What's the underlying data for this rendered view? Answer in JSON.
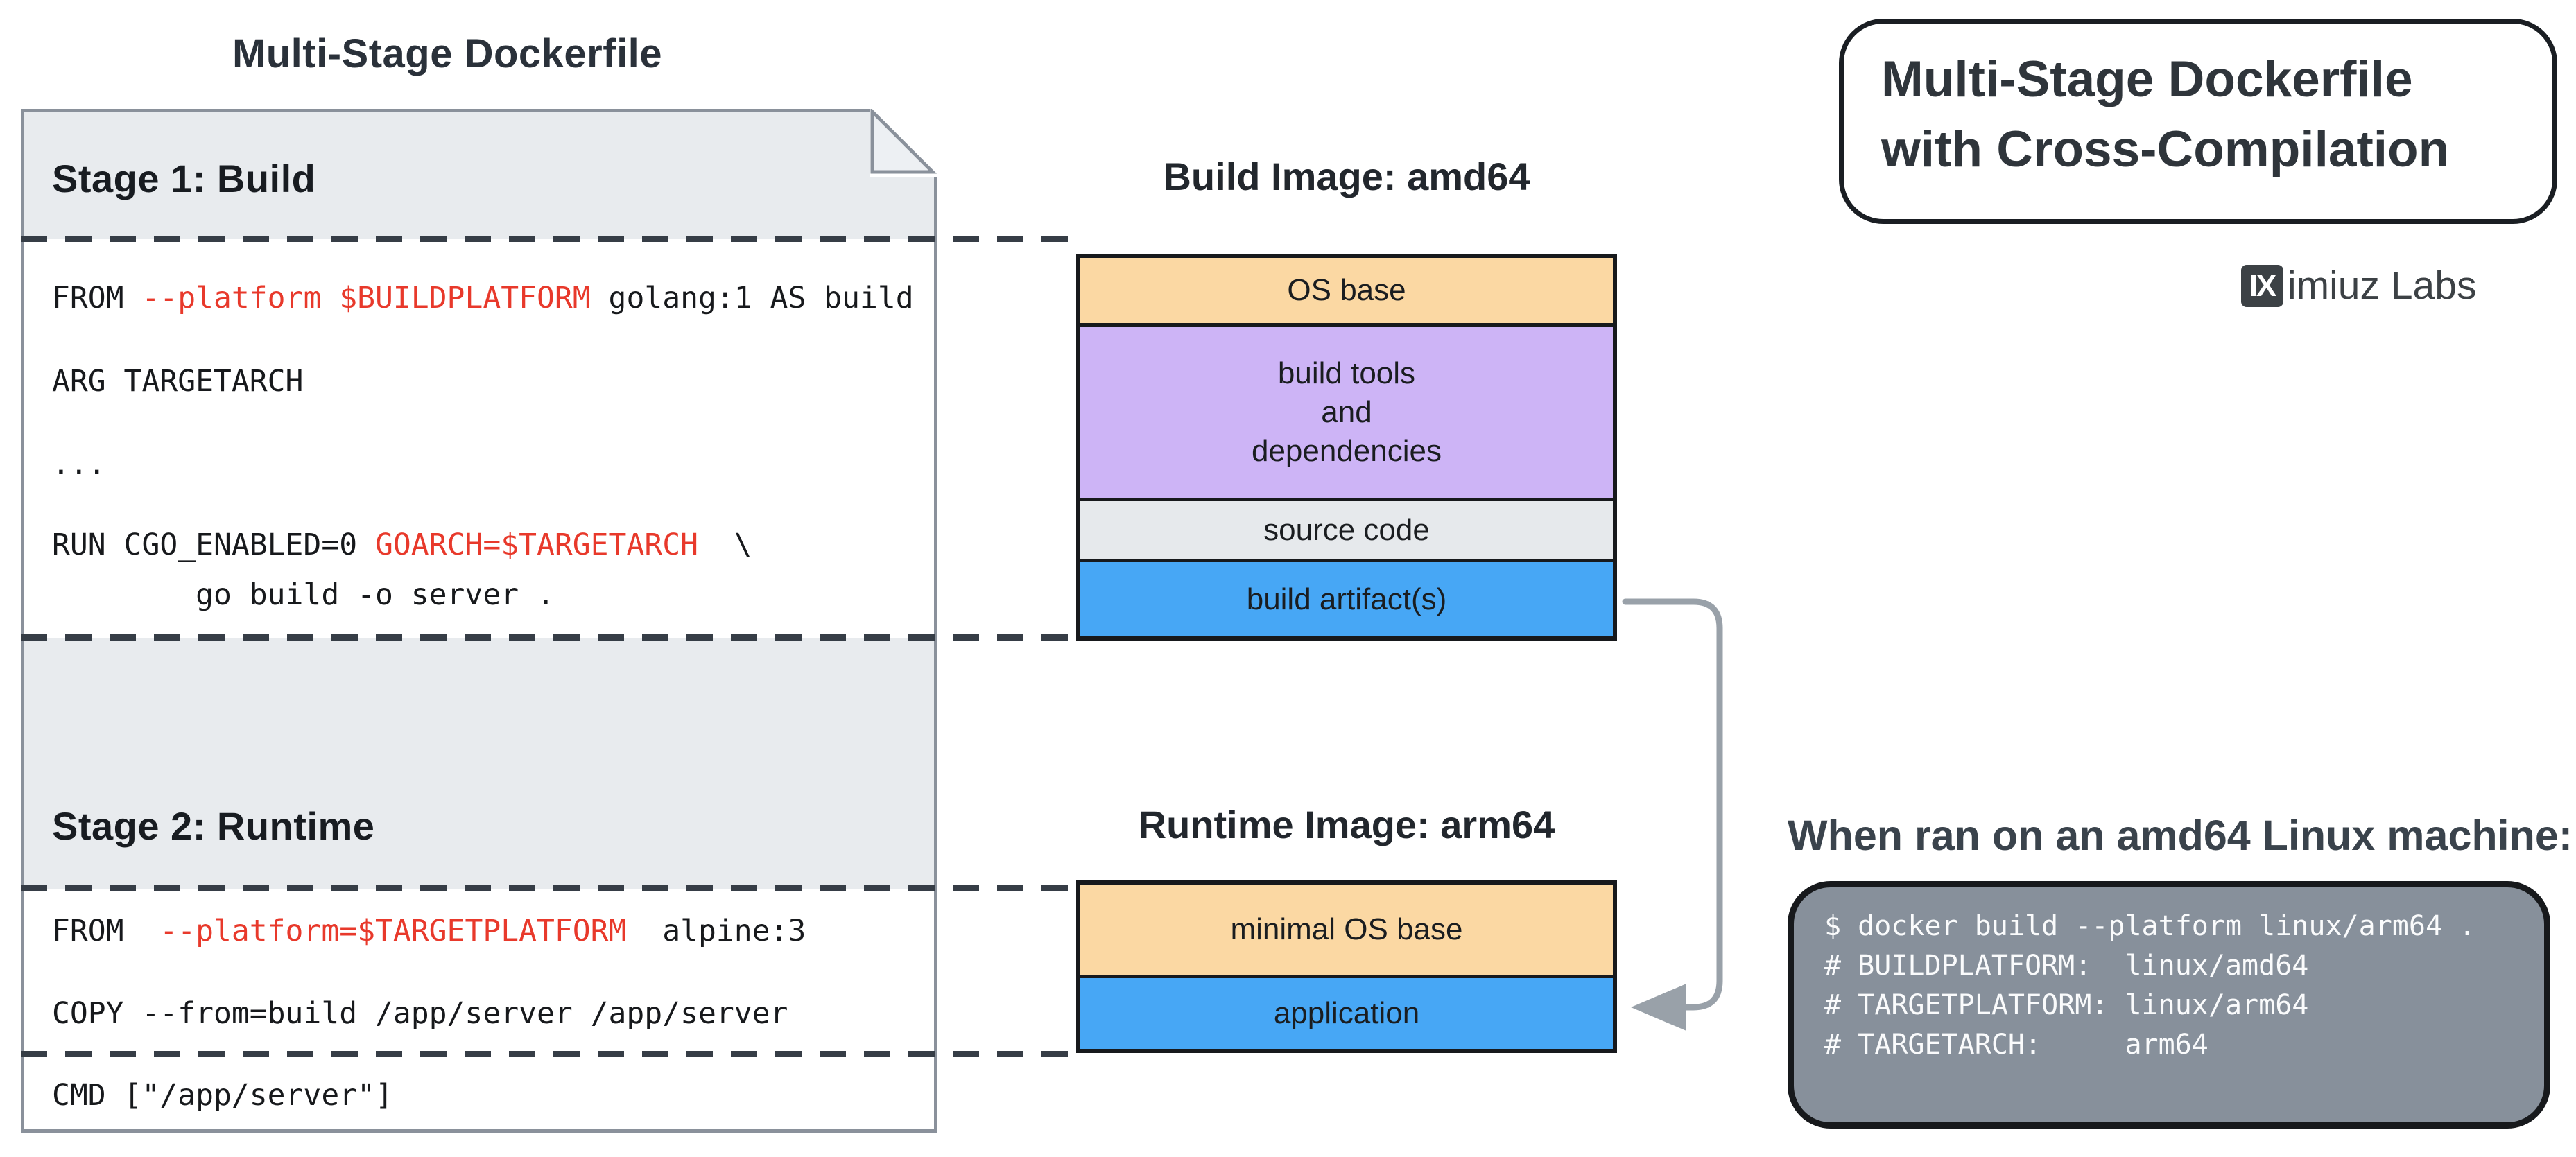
{
  "left_panel": {
    "title": "Multi-Stage Dockerfile",
    "stage1": {
      "label": "Stage 1: Build",
      "code": [
        [
          {
            "t": "FROM "
          },
          {
            "t": "--platform $BUILDPLATFORM",
            "red": true
          },
          {
            "t": " golang:1 AS build"
          }
        ],
        [
          {
            "t": "ARG TARGETARCH"
          }
        ],
        [
          {
            "t": "..."
          }
        ],
        [
          {
            "t": "RUN CGO_ENABLED=0 "
          },
          {
            "t": "GOARCH=$TARGETARCH",
            "red": true
          },
          {
            "t": "  \\"
          }
        ],
        [
          {
            "t": "        go build -o server ."
          }
        ]
      ]
    },
    "stage2": {
      "label": "Stage 2: Runtime",
      "code": [
        [
          {
            "t": "FROM  "
          },
          {
            "t": "--platform=$TARGETPLATFORM",
            "red": true
          },
          {
            "t": "  alpine:3"
          }
        ],
        [
          {
            "t": "COPY --from=build /app/server /app/server"
          }
        ],
        [
          {
            "t": "CMD [\"/app/server\"]"
          }
        ]
      ]
    }
  },
  "build_image": {
    "title": "Build Image: amd64",
    "layers": [
      {
        "label": [
          "OS base"
        ],
        "color": "#FBD8A3"
      },
      {
        "label": [
          "build tools",
          "and",
          "dependencies"
        ],
        "color": "#CDB4F6"
      },
      {
        "label": [
          "source code"
        ],
        "color": "#E6E9EC"
      },
      {
        "label": [
          "build artifact(s)"
        ],
        "color": "#47A7F5"
      }
    ]
  },
  "runtime_image": {
    "title": "Runtime Image: arm64",
    "layers": [
      {
        "label": [
          "minimal OS base"
        ],
        "color": "#FBD8A3"
      },
      {
        "label": [
          "application"
        ],
        "color": "#47A7F5"
      }
    ]
  },
  "header_box": {
    "lines": [
      "Multi-Stage Dockerfile",
      "with Cross-Compilation"
    ]
  },
  "brand": {
    "badge": "IX",
    "name": "imiuz Labs"
  },
  "terminal_panel": {
    "heading": "When ran on an amd64 Linux machine:",
    "lines": [
      "$ docker build --platform linux/arm64 .",
      "",
      "# BUILDPLATFORM:  linux/amd64",
      "# TARGETPLATFORM: linux/arm64",
      "# TARGETARCH:     arm64"
    ]
  },
  "colors": {
    "highlight_red": "#E8392B",
    "layer_peach": "#FBD8A3",
    "layer_purple": "#CDB4F6",
    "layer_gray": "#E6E9EC",
    "layer_blue": "#47A7F5",
    "stage_band": "#E8EBEE",
    "terminal_bg": "#87909B",
    "arrow_gray": "#99A1A9"
  }
}
